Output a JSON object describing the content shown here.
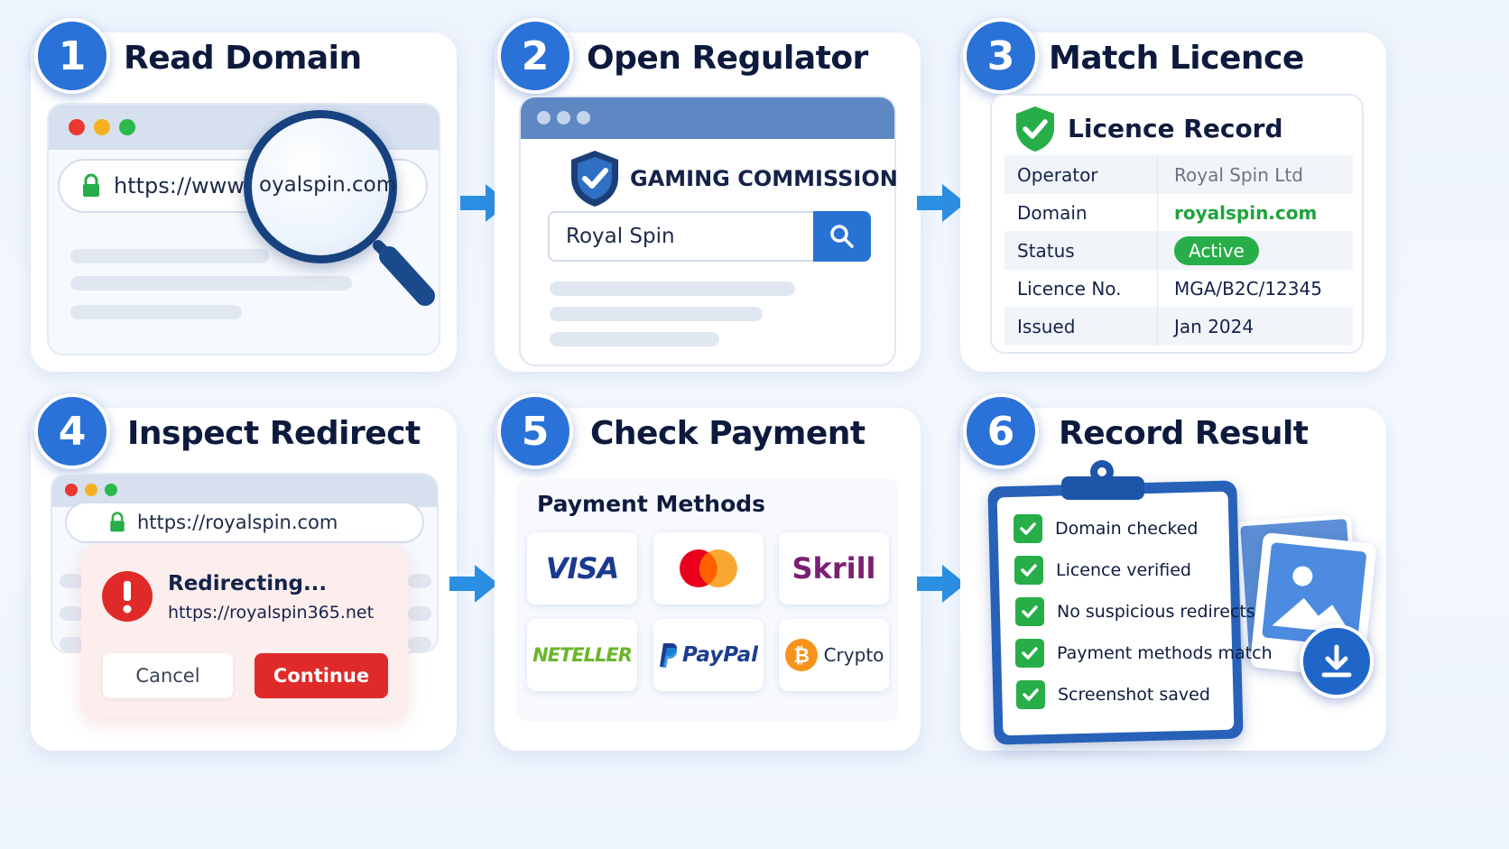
{
  "steps": [
    {
      "number": "1",
      "title": "Read Domain"
    },
    {
      "number": "2",
      "title": "Open Regulator"
    },
    {
      "number": "3",
      "title": "Match Licence"
    },
    {
      "number": "4",
      "title": "Inspect Redirect"
    },
    {
      "number": "5",
      "title": "Check Payment"
    },
    {
      "number": "6",
      "title": "Record Result"
    }
  ],
  "read_domain": {
    "url_start": "https://www.r",
    "url_end": "oyalspin.com"
  },
  "regulator": {
    "title": "GAMING COMMISSION",
    "search_value": "Royal Spin"
  },
  "licence": {
    "heading": "Licence Record",
    "rows": [
      {
        "key": "Operator",
        "value": "Royal Spin Ltd"
      },
      {
        "key": "Domain",
        "value": "royalspin.com"
      },
      {
        "key": "Status",
        "value": "Active"
      },
      {
        "key": "Licence No.",
        "value": "MGA/B2C/12345"
      },
      {
        "key": "Issued",
        "value": "Jan 2024"
      }
    ]
  },
  "redirect": {
    "url": "https://royalspin.com",
    "dialog_title": "Redirecting...",
    "dialog_url": "https://royalspin365.net",
    "cancel_label": "Cancel",
    "continue_label": "Continue"
  },
  "payment": {
    "heading": "Payment Methods",
    "methods": [
      "VISA",
      "Mastercard",
      "Skrill",
      "NETELLER",
      "PayPal",
      "Crypto"
    ]
  },
  "record": {
    "items": [
      "Domain checked",
      "Licence verified",
      "No suspicious redirects",
      "Payment methods match",
      "Screenshot saved"
    ]
  },
  "colors": {
    "accent": "#2a72d8",
    "success": "#27ae48",
    "danger": "#e02a2a",
    "mastercard_red": "#eb001b",
    "mastercard_orange": "#f79e1b",
    "skrill": "#7a1f72",
    "neteller": "#6bb52b",
    "paypal_dark": "#1b3c8f",
    "paypal_light": "#1f8ae0",
    "bitcoin": "#f7931a"
  }
}
